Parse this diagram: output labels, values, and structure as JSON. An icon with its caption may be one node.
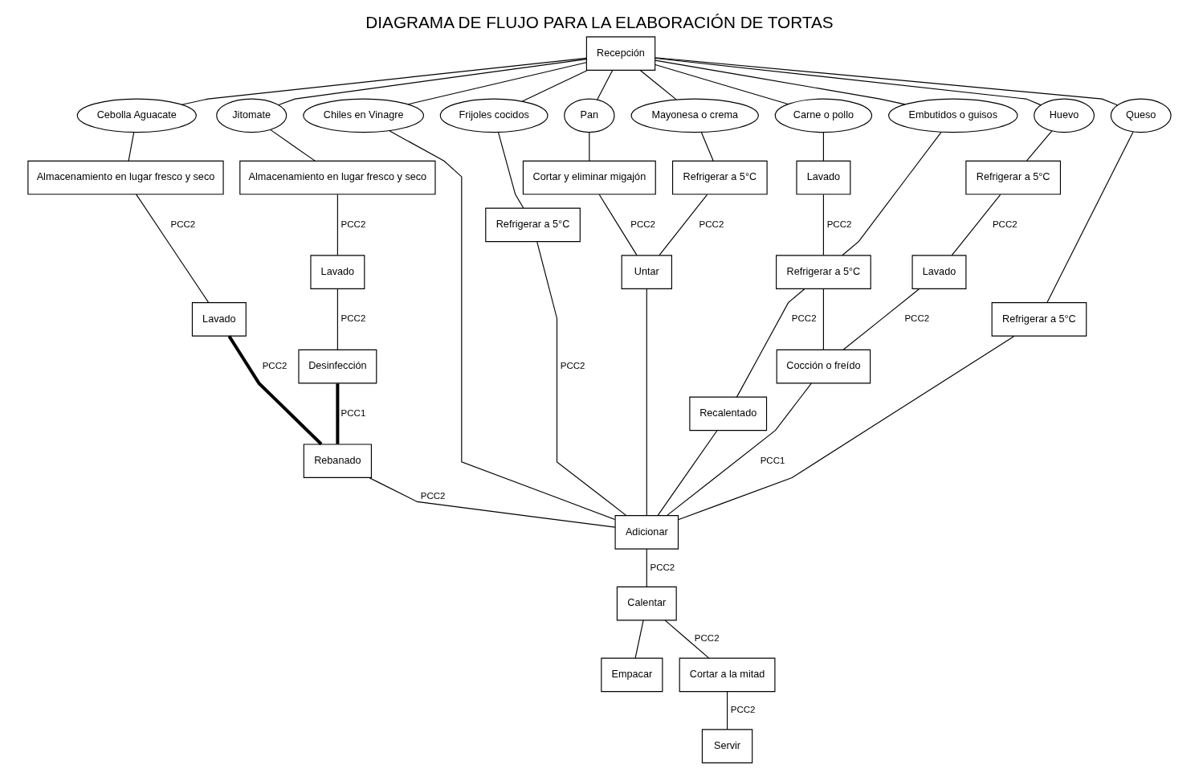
{
  "diagram": {
    "title": "DIAGRAMA DE FLUJO PARA LA ELABORACIÓN DE TORTAS",
    "nodes": [
      {
        "text": [
          "Recepción"
        ]
      },
      {
        "text": [
          "Cebolla Aguacate"
        ]
      },
      {
        "text": [
          "Jitomate"
        ]
      },
      {
        "text": [
          "Chiles en Vinagre"
        ]
      },
      {
        "text": [
          "Frijoles cocidos"
        ]
      },
      {
        "text": [
          "Pan"
        ]
      },
      {
        "text": [
          "Mayonesa o crema"
        ]
      },
      {
        "text": [
          "Carne o pollo"
        ]
      },
      {
        "text": [
          "Embutidos o guisos"
        ]
      },
      {
        "text": [
          "Huevo"
        ]
      },
      {
        "text": [
          "Queso"
        ]
      },
      {
        "text": [
          "Almacenamiento en lugar fresco y seco"
        ]
      },
      {
        "text": [
          "Almacenamiento en lugar fresco y seco"
        ]
      },
      {
        "text": [
          "Refrigerar a 5°C"
        ]
      },
      {
        "text": [
          "Refrigerar a 5°C"
        ]
      },
      {
        "text": [
          "Lavado"
        ]
      },
      {
        "text": [
          "Refrigerar a 5°C"
        ]
      },
      {
        "text": [
          "Refrigerar a 5°C"
        ]
      },
      {
        "text": [
          "Lavado"
        ]
      },
      {
        "text": [
          "Lavado"
        ]
      },
      {
        "text": [
          "Desinfección"
        ]
      },
      {
        "text": [
          "Rebanado"
        ]
      },
      {
        "text": [
          "Cortar y eliminar migajón"
        ]
      },
      {
        "text": [
          "Refrigerar a 5°C"
        ]
      },
      {
        "text": [
          "Lavado"
        ]
      },
      {
        "text": [
          "Recalentado"
        ]
      },
      {
        "text": [
          "Cocción o freído"
        ]
      },
      {
        "text": [
          "Untar"
        ]
      },
      {
        "text": [
          "Adicionar"
        ]
      },
      {
        "text": [
          "Calentar"
        ]
      },
      {
        "text": [
          "Empacar"
        ]
      },
      {
        "text": [
          "Cortar a la mitad"
        ]
      },
      {
        "text": [
          "Servir"
        ]
      }
    ],
    "edges": [
      {
        "from": 0,
        "to": 1,
        "arrow": "none"
      },
      {
        "from": 0,
        "to": 2,
        "arrow": "none"
      },
      {
        "from": 0,
        "to": 3,
        "arrow": "none"
      },
      {
        "from": 0,
        "to": 4,
        "arrow": "none"
      },
      {
        "from": 0,
        "to": 5,
        "arrow": "none"
      },
      {
        "from": 0,
        "to": 6,
        "arrow": "none"
      },
      {
        "from": 0,
        "to": 7,
        "arrow": "none"
      },
      {
        "from": 0,
        "to": 8,
        "arrow": "none"
      },
      {
        "from": 0,
        "to": 9,
        "arrow": "none"
      },
      {
        "from": 0,
        "to": 10,
        "arrow": "none"
      },
      {
        "from": 1,
        "to": 11,
        "arrow": "none"
      },
      {
        "from": 2,
        "to": 12,
        "arrow": "none"
      },
      {
        "from": 4,
        "to": 13,
        "arrow": "none"
      },
      {
        "from": 6,
        "to": 14,
        "arrow": "none"
      },
      {
        "from": 7,
        "to": 15,
        "arrow": "none"
      },
      {
        "from": 9,
        "to": 16,
        "arrow": "none"
      },
      {
        "from": 10,
        "to": 17,
        "arrow": "none"
      },
      {
        "from": 11,
        "to": 18,
        "arrow": "none",
        "label": "PCC2"
      },
      {
        "from": 12,
        "to": 19,
        "arrow": "none",
        "label": "PCC2"
      },
      {
        "from": 19,
        "to": 20,
        "arrow": "none",
        "label": "PCC2"
      },
      {
        "from": 18,
        "to": 21,
        "arrow": "none",
        "label": "PCC2",
        "style": "thick"
      },
      {
        "from": 20,
        "to": 21,
        "arrow": "none",
        "label": "PCC1",
        "style": "thick"
      },
      {
        "from": 5,
        "to": 22,
        "arrow": "none"
      },
      {
        "from": 22,
        "to": 27,
        "arrow": "none",
        "label": "PCC2"
      },
      {
        "from": 14,
        "to": 27,
        "arrow": "none",
        "label": "PCC2"
      },
      {
        "from": 15,
        "to": 23,
        "arrow": "none",
        "label": "PCC2"
      },
      {
        "from": 8,
        "to": 23,
        "arrow": "none"
      },
      {
        "from": 23,
        "to": 25,
        "arrow": "none",
        "label": "PCC2"
      },
      {
        "from": 23,
        "to": 26,
        "arrow": "none"
      },
      {
        "from": 16,
        "to": 24,
        "arrow": "none",
        "label": "PCC2"
      },
      {
        "from": 24,
        "to": 26,
        "arrow": "none",
        "label": "PCC2"
      },
      {
        "from": 21,
        "to": 28,
        "arrow": "none",
        "label": "PCC2"
      },
      {
        "from": 3,
        "to": 28,
        "arrow": "none"
      },
      {
        "from": 13,
        "to": 28,
        "arrow": "none",
        "label": "PCC2"
      },
      {
        "from": 27,
        "to": 28,
        "arrow": "none"
      },
      {
        "from": 25,
        "to": 28,
        "arrow": "none"
      },
      {
        "from": 26,
        "to": 28,
        "arrow": "none",
        "label": "PCC1"
      },
      {
        "from": 17,
        "to": 28,
        "arrow": "none"
      },
      {
        "from": 28,
        "to": 29,
        "arrow": "none",
        "label": "PCC2"
      },
      {
        "from": 29,
        "to": 30,
        "arrow": "none"
      },
      {
        "from": 29,
        "to": 31,
        "arrow": "none",
        "label": "PCC2"
      },
      {
        "from": 31,
        "to": 32,
        "arrow": "none",
        "label": "PCC2"
      }
    ]
  }
}
